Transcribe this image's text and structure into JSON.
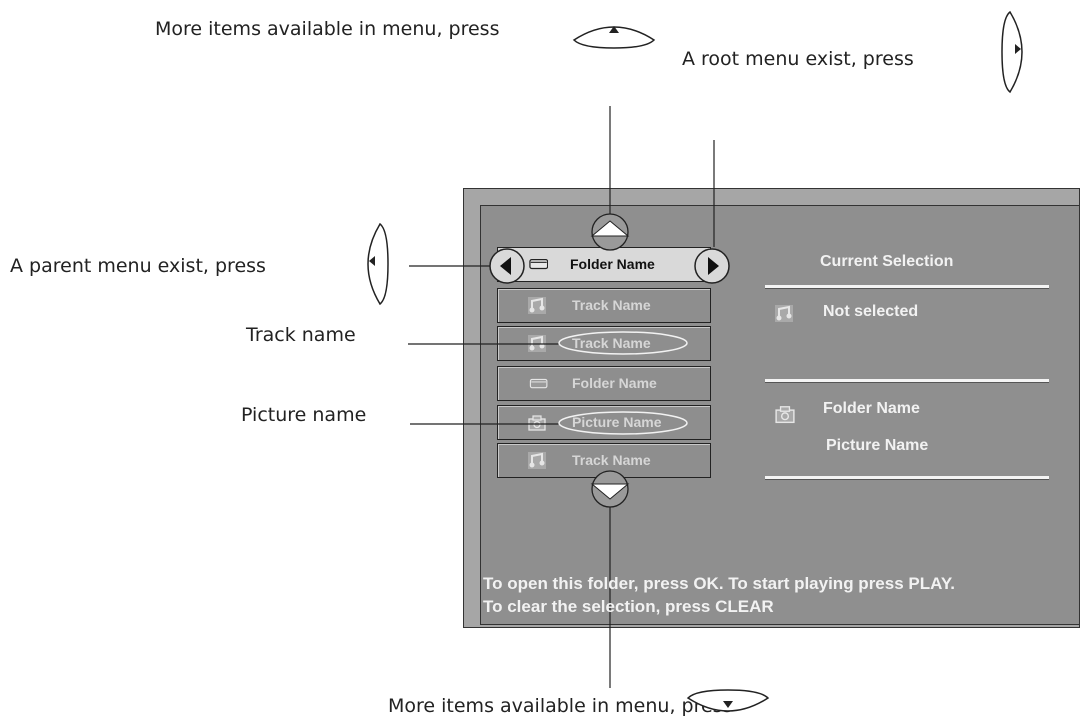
{
  "callouts": {
    "more_items_up": "More items available in menu, press",
    "root_menu": "A root menu exist, press",
    "parent_menu": "A parent menu exist, press",
    "track_name": "Track name",
    "picture_name": "Picture name",
    "more_items_down": "More items available in menu, press"
  },
  "menu": {
    "items": [
      {
        "label": "Folder Name",
        "icon": "folder-icon",
        "selected": true
      },
      {
        "label": "Track Name",
        "icon": "music-note-icon"
      },
      {
        "label": "Track Name",
        "icon": "music-note-icon"
      },
      {
        "label": "Folder Name",
        "icon": "folder-icon"
      },
      {
        "label": "Picture Name",
        "icon": "picture-icon"
      },
      {
        "label": "Track Name",
        "icon": "music-note-icon"
      }
    ]
  },
  "selection": {
    "heading": "Current Selection",
    "status": "Not selected",
    "folder": "Folder Name",
    "picture": "Picture Name"
  },
  "help": {
    "line1": "To open this folder, press OK. To start playing press PLAY.",
    "line2": "To clear the selection, press CLEAR"
  },
  "colors": {
    "outer_frame": "#a6a6a6",
    "screen": "#8f8f8f",
    "selected_row": "#d9d9d9",
    "text_light": "#f2f2f2"
  }
}
